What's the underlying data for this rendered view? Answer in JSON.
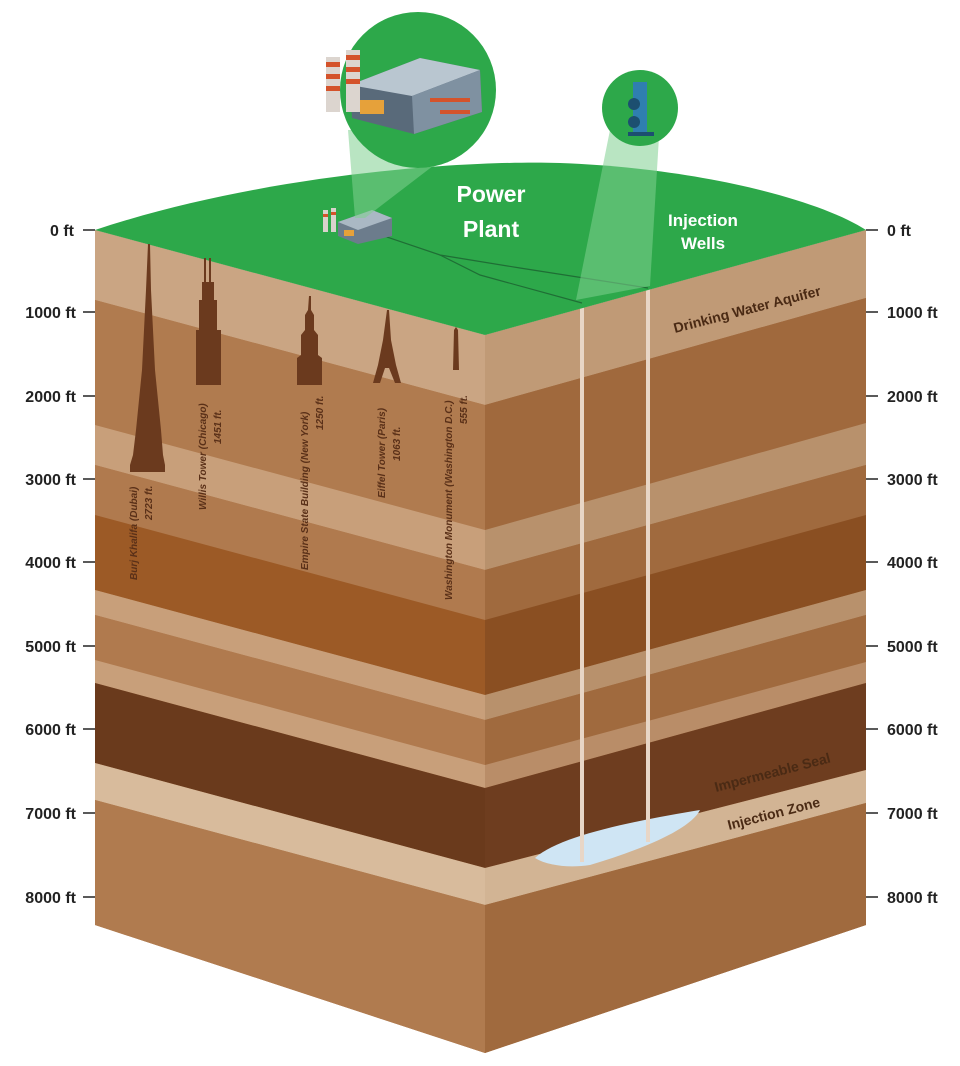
{
  "depth_scale": {
    "left": [
      "0 ft",
      "1000 ft",
      "2000 ft",
      "3000 ft",
      "4000 ft",
      "5000 ft",
      "6000 ft",
      "7000 ft",
      "8000 ft"
    ],
    "right": [
      "0 ft",
      "1000 ft",
      "2000 ft",
      "3000 ft",
      "4000 ft",
      "5000 ft",
      "6000 ft",
      "7000 ft",
      "8000 ft"
    ]
  },
  "surface": {
    "power_plant_line1": "Power",
    "power_plant_line2": "Plant",
    "injection_wells_line1": "Injection",
    "injection_wells_line2": "Wells"
  },
  "layers": {
    "aquifer": "Drinking Water Aquifer",
    "seal": "Impermeable Seal",
    "injection_zone": "Injection Zone"
  },
  "buildings": [
    {
      "name": "Burj Khalifa (Dubai)",
      "height": "2723 ft."
    },
    {
      "name": "Willis Tower (Chicago)",
      "height": "1451 ft."
    },
    {
      "name": "Empire State Building (New York)",
      "height": "1250 ft."
    },
    {
      "name": "Eiffel Tower (Paris)",
      "height": "1063 ft."
    },
    {
      "name": "Washington Monument (Washington D.C.)",
      "height": "555 ft."
    }
  ],
  "colors": {
    "grass": "#2da84a",
    "aquifer": "#caa583",
    "seal": "#6a3a1c",
    "injection_zone": "#d2b494",
    "plume": "#cfe5f4",
    "tower": "#6b3a1e"
  }
}
